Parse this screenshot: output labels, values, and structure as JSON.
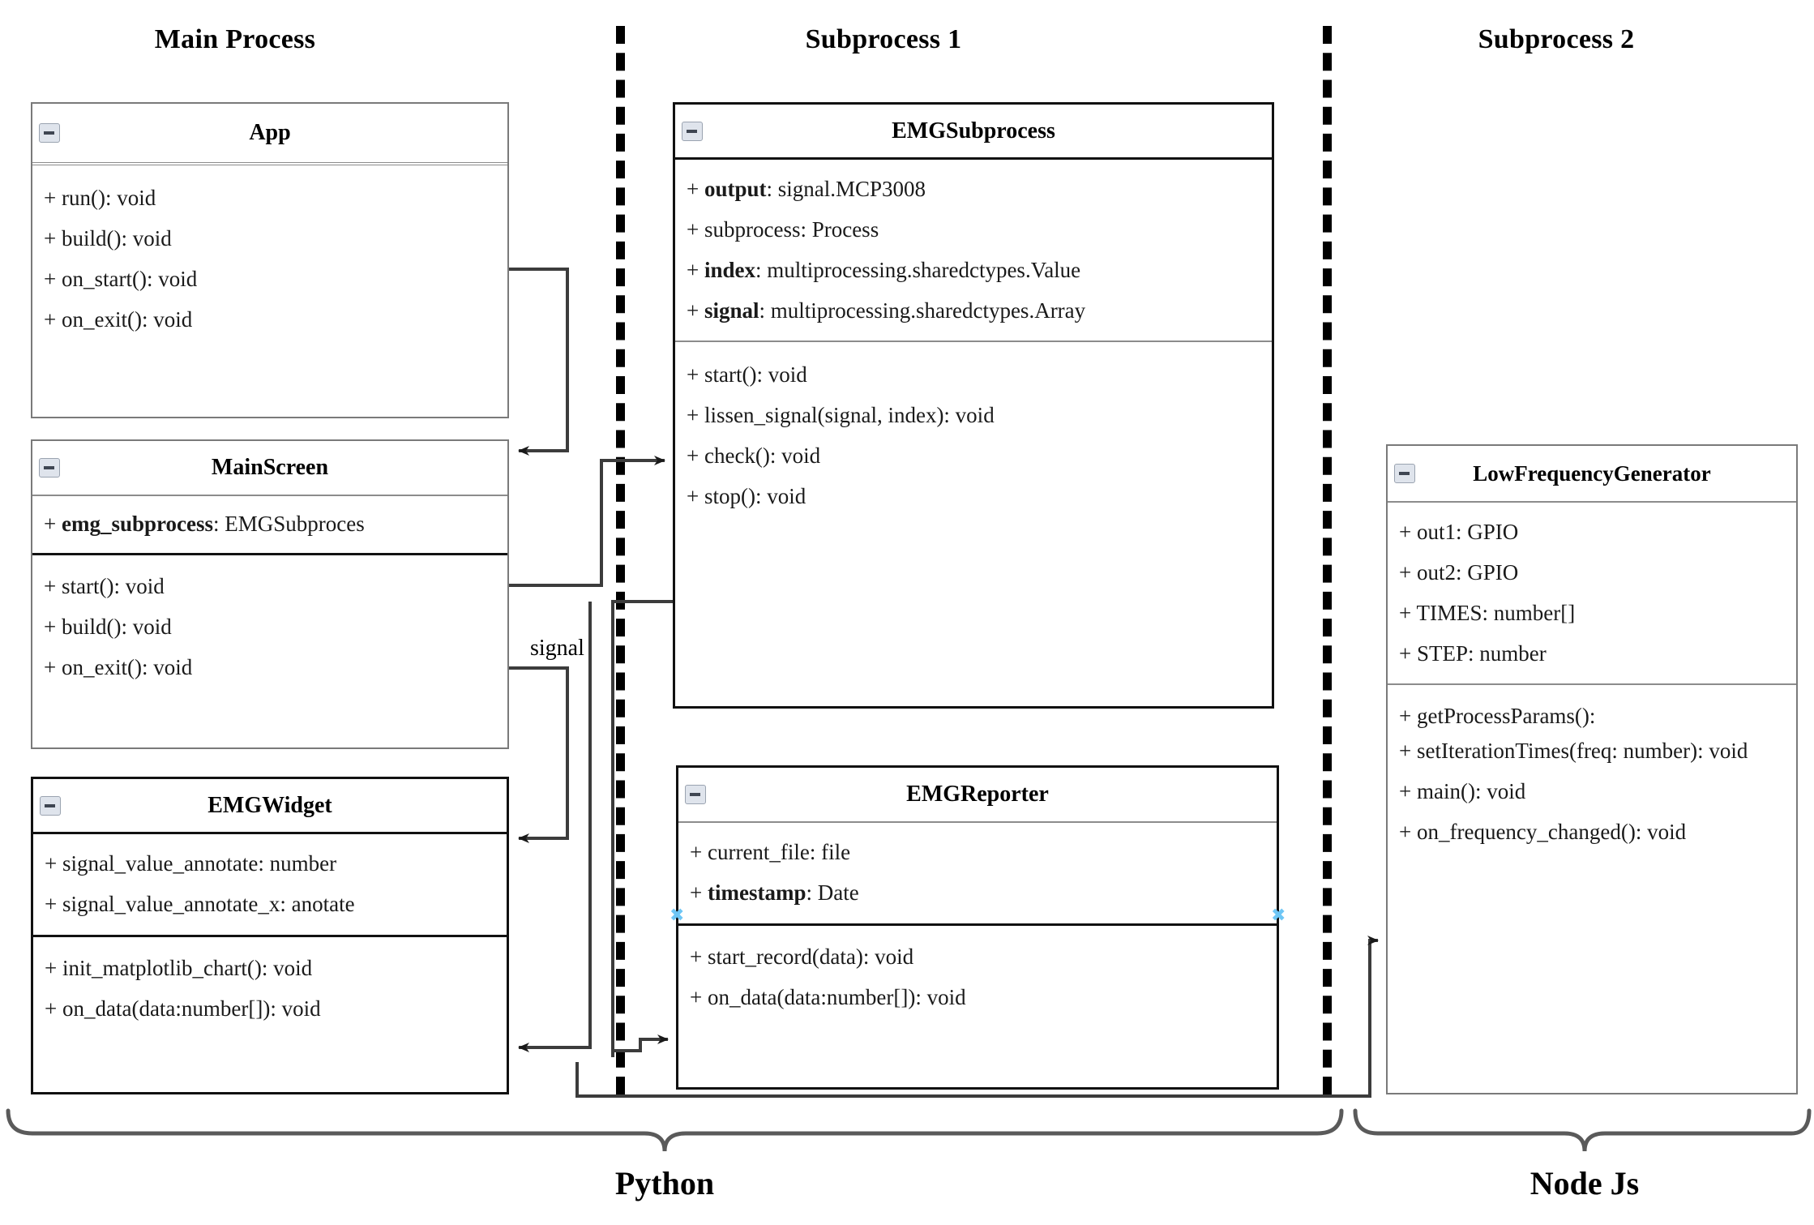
{
  "diagram": {
    "title": "EMG acquisition system UML class diagram",
    "columns": [
      {
        "label": "Main Process"
      },
      {
        "label": "Subprocess 1"
      },
      {
        "label": "Subprocess 2"
      }
    ],
    "edge_labels": [
      {
        "text": "signal"
      }
    ],
    "braces": [
      {
        "label": "Python"
      },
      {
        "label": "Node Js"
      }
    ],
    "classes": [
      {
        "id": "app",
        "name": "App",
        "icon": "minimize-icon",
        "attributes": [],
        "methods": [
          "+ run(): void",
          "+ build(): void",
          "+ on_start(): void",
          "+ on_exit(): void"
        ]
      },
      {
        "id": "mainscreen",
        "name": "MainScreen",
        "icon": "minimize-icon",
        "attributes": [
          {
            "prefix": "+ ",
            "bold": "emg_subprocess",
            "rest": ": EMGSubproces"
          }
        ],
        "methods": [
          "+ start(): void",
          "+ build(): void",
          "+ on_exit(): void"
        ]
      },
      {
        "id": "emgwidget",
        "name": "EMGWidget",
        "icon": "minimize-icon",
        "attributes": [
          {
            "prefix": "",
            "bold": "",
            "rest": "+ signal_value_annotate: number"
          },
          {
            "prefix": "",
            "bold": "",
            "rest": "+ signal_value_annotate_x: anotate"
          }
        ],
        "methods": [
          "+ init_matplotlib_chart(): void",
          "+ on_data(data:number[]): void"
        ]
      },
      {
        "id": "emgsubprocess",
        "name": "EMGSubprocess",
        "icon": "minimize-icon",
        "attributes": [
          {
            "prefix": "+ ",
            "bold": "output",
            "rest": ": signal.MCP3008"
          },
          {
            "prefix": "",
            "bold": "",
            "rest": "+ subprocess: Process"
          },
          {
            "prefix": "+ ",
            "bold": "index",
            "rest": ": multiprocessing.sharedctypes.Value"
          },
          {
            "prefix": "+ ",
            "bold": "signal",
            "rest": ": multiprocessing.sharedctypes.Array"
          }
        ],
        "methods": [
          "+ start(): void",
          "+ lissen_signal(signal, index): void",
          "+ check(): void",
          "+ stop(): void"
        ]
      },
      {
        "id": "emgreporter",
        "name": "EMGReporter",
        "icon": "minimize-icon",
        "attributes": [
          {
            "prefix": "",
            "bold": "",
            "rest": "+ current_file: file"
          },
          {
            "prefix": "+ ",
            "bold": "timestamp",
            "rest": ": Date"
          }
        ],
        "methods": [
          "+ start_record(data): void",
          "+ on_data(data:number[]): void"
        ]
      },
      {
        "id": "lowfreq",
        "name": "LowFrequencyGenerator",
        "icon": "minimize-icon",
        "attributes": [
          {
            "prefix": "",
            "bold": "",
            "rest": "+ out1: GPIO"
          },
          {
            "prefix": "",
            "bold": "",
            "rest": "+ out2: GPIO"
          },
          {
            "prefix": "",
            "bold": "",
            "rest": "+ TIMES: number[]"
          },
          {
            "prefix": "",
            "bold": "",
            "rest": "+ STEP: number"
          }
        ],
        "methods": [
          "+ getProcessParams():",
          "+ setIterationTimes(freq: number): void",
          "+ main(): void",
          "+ on_frequency_changed(): void"
        ]
      }
    ],
    "colors": {
      "line": "#3c3c3c",
      "box_thin": "#7a7a7a",
      "box_thick": "#111111",
      "handle": "#6ec6f5",
      "background": "#ffffff"
    }
  }
}
